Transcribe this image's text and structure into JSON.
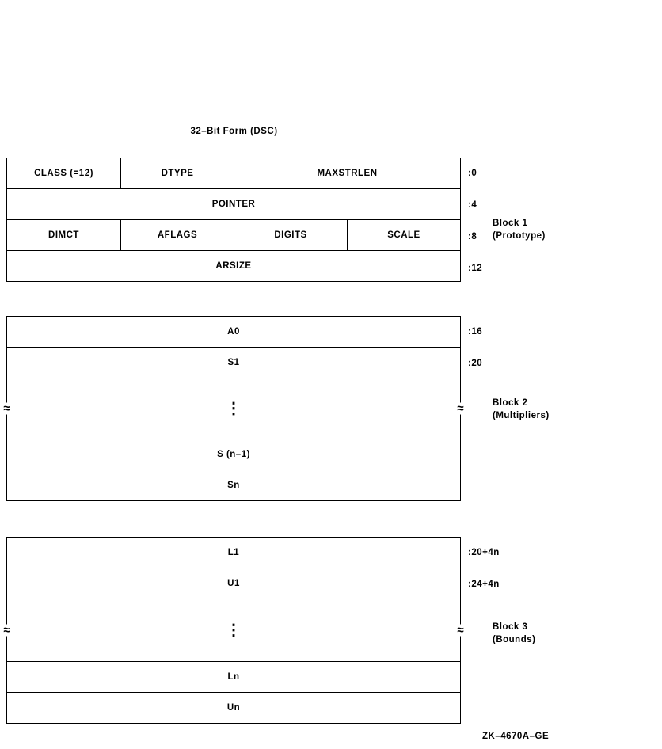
{
  "diagram": {
    "title": "32–Bit Form (DSC)",
    "figure_id": "ZK–4670A–GE"
  },
  "symbols": {
    "ellipsis": "⋮",
    "break_mark": "≈"
  },
  "block1": {
    "name_line1": "Block 1",
    "name_line2": "(Prototype)",
    "row1_c1": "CLASS (=12)",
    "row1_c2": "DTYPE",
    "row1_c3": "MAXSTRLEN",
    "row1_offset": ":0",
    "row2_c1": "POINTER",
    "row2_offset": ":4",
    "row3_c1": "DIMCT",
    "row3_c2": "AFLAGS",
    "row3_c3": "DIGITS",
    "row3_c4": "SCALE",
    "row3_offset": ":8",
    "row4_c1": "ARSIZE",
    "row4_offset": ":12"
  },
  "block2": {
    "name_line1": "Block 2",
    "name_line2": "(Multipliers)",
    "row1": "A0",
    "row1_offset": ":16",
    "row2": "S1",
    "row2_offset": ":20",
    "row4": "S (n–1)",
    "row5": "Sn"
  },
  "block3": {
    "name_line1": "Block 3",
    "name_line2": "(Bounds)",
    "row1": "L1",
    "row1_offset": ":20+4n",
    "row2": "U1",
    "row2_offset": ":24+4n",
    "row4": "Ln",
    "row5": "Un"
  }
}
